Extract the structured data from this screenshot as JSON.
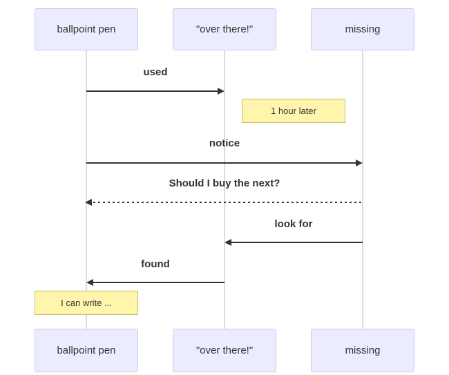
{
  "diagram": {
    "type": "sequence-diagram",
    "actors": [
      {
        "label": "ballpoint pen"
      },
      {
        "label": "\"over there!\""
      },
      {
        "label": "missing"
      }
    ],
    "messages": [
      {
        "label": "used",
        "from": "ballpoint pen",
        "to": "\"over there!\"",
        "line": "solid",
        "direction": "right"
      },
      {
        "label": "notice",
        "from": "ballpoint pen",
        "to": "missing",
        "line": "solid",
        "direction": "right"
      },
      {
        "label": "Should I buy the next?",
        "from": "missing",
        "to": "ballpoint pen",
        "line": "dotted",
        "direction": "left"
      },
      {
        "label": "look for",
        "from": "missing",
        "to": "\"over there!\"",
        "line": "solid",
        "direction": "left"
      },
      {
        "label": "found",
        "from": "\"over there!\"",
        "to": "ballpoint pen",
        "line": "solid",
        "direction": "left"
      }
    ],
    "notes": [
      {
        "label": "1 hour later",
        "placement": "between \"over there!\" and missing"
      },
      {
        "label": "I can write ...",
        "placement": "over ballpoint pen"
      }
    ],
    "colors": {
      "background": "#ffffff",
      "actor_fill": "#ececff",
      "actor_border": "#ccc6ec",
      "lifeline": "#dcdcdc",
      "arrow": "#333333",
      "note_fill": "#fff5ad",
      "note_border": "#c9bd62",
      "text": "#333333"
    }
  }
}
